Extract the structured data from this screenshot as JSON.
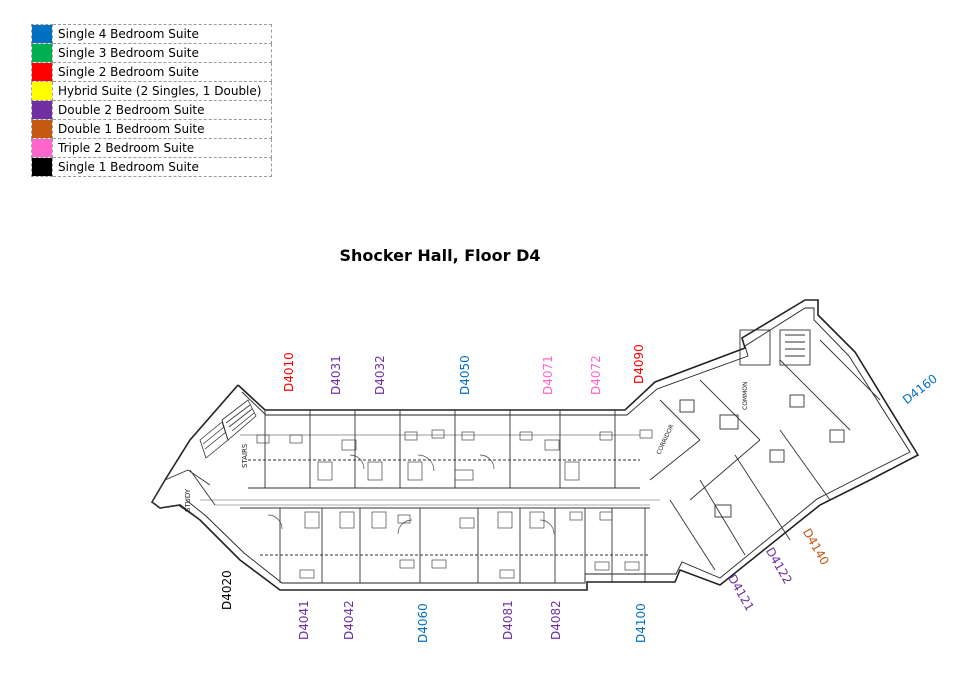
{
  "title": "Shocker Hall, Floor D4",
  "legend": [
    {
      "label": "Single 4 Bedroom Suite",
      "color": "#0070c0"
    },
    {
      "label": "Single 3 Bedroom Suite",
      "color": "#00b050"
    },
    {
      "label": "Single 2 Bedroom Suite",
      "color": "#ff0000"
    },
    {
      "label": "Hybrid Suite (2 Singles, 1 Double)",
      "color": "#ffff00"
    },
    {
      "label": "Double 2 Bedroom Suite",
      "color": "#7030a0"
    },
    {
      "label": "Double 1 Bedroom Suite",
      "color": "#c55a11"
    },
    {
      "label": "Triple 2 Bedroom Suite",
      "color": "#ff66cc"
    },
    {
      "label": "Single 1 Bedroom Suite",
      "color": "#000000"
    }
  ],
  "units": [
    {
      "id": "D4010",
      "type": 2
    },
    {
      "id": "D4031",
      "type": 4
    },
    {
      "id": "D4032",
      "type": 4
    },
    {
      "id": "D4050",
      "type": 0
    },
    {
      "id": "D4071",
      "type": 6
    },
    {
      "id": "D4072",
      "type": 6
    },
    {
      "id": "D4090",
      "type": 2
    },
    {
      "id": "D4160",
      "type": 0
    },
    {
      "id": "D4020",
      "type": 7
    },
    {
      "id": "D4041",
      "type": 4
    },
    {
      "id": "D4042",
      "type": 4
    },
    {
      "id": "D4060",
      "type": 0
    },
    {
      "id": "D4081",
      "type": 4
    },
    {
      "id": "D4082",
      "type": 4
    },
    {
      "id": "D4100",
      "type": 0
    },
    {
      "id": "D4121",
      "type": 4
    },
    {
      "id": "D4122",
      "type": 4
    },
    {
      "id": "D4140",
      "type": 5
    }
  ],
  "plan_labels": {
    "stairs": "STAIRS",
    "study": "STUDY",
    "common": "COMMON",
    "corridor": "CORRIDOR"
  }
}
